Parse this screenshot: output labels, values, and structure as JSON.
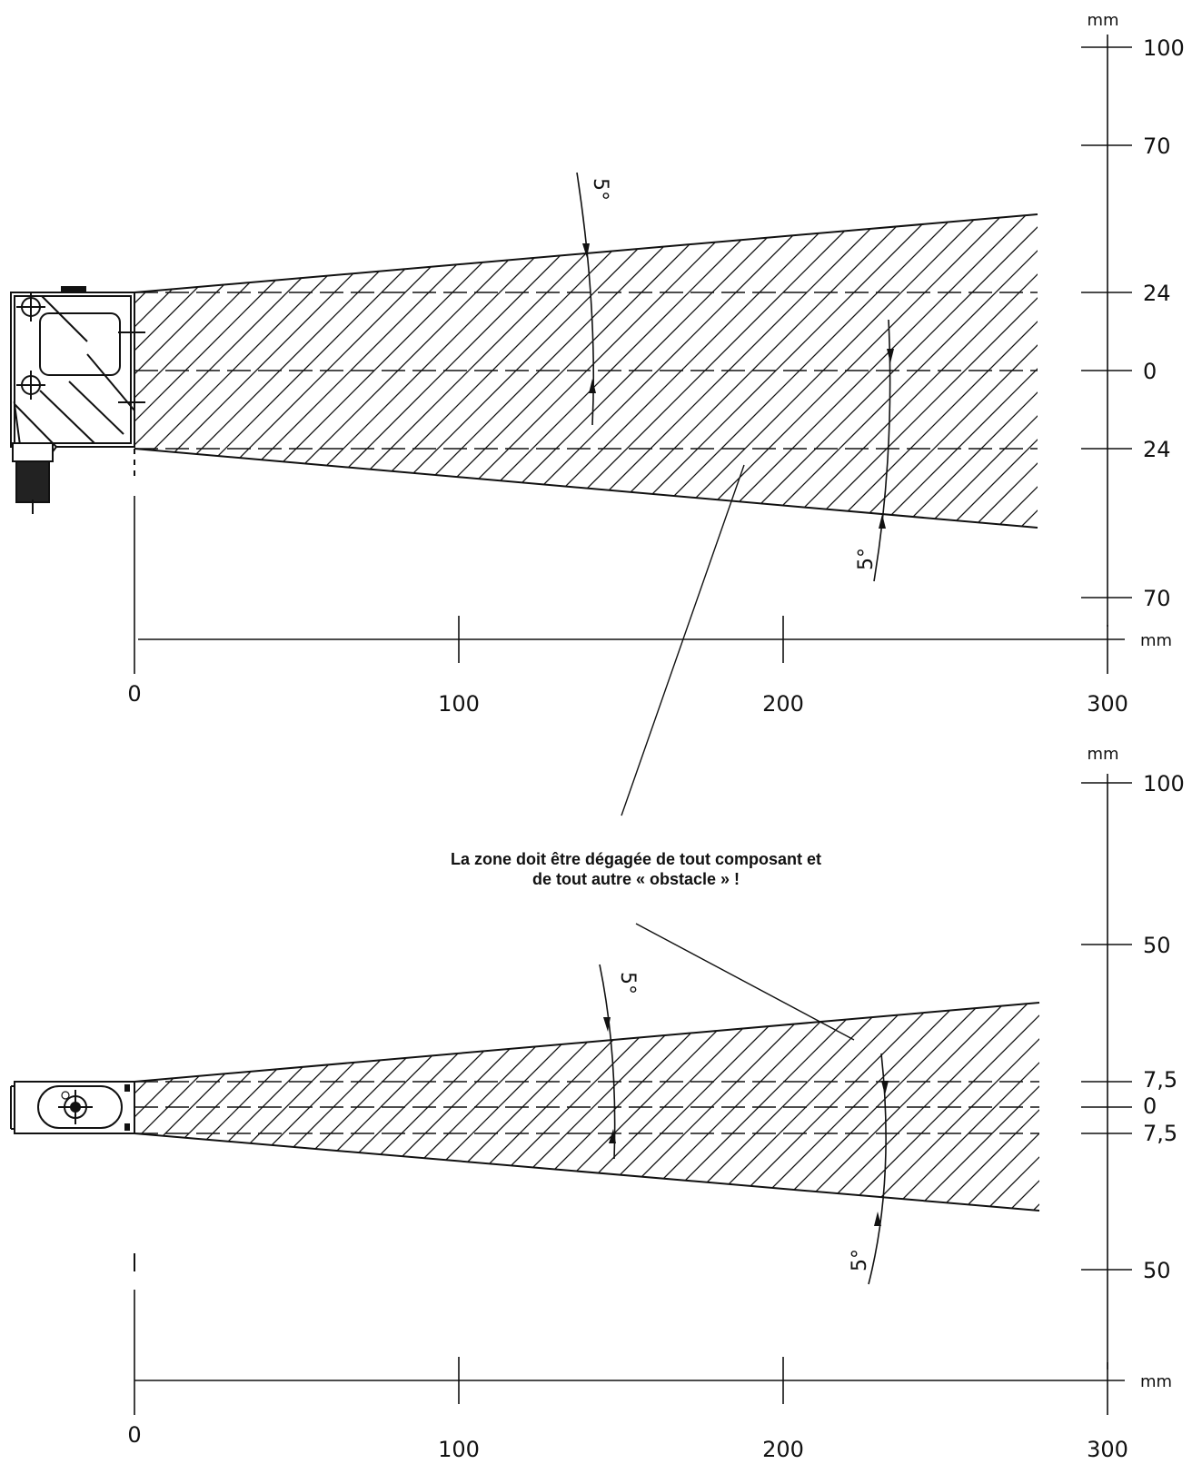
{
  "note": {
    "line1": "La zone doit être dégagée de tout composant et",
    "line2": "de tout autre « obstacle » !"
  },
  "top_view": {
    "unit_label_v": "mm",
    "unit_label_h": "mm",
    "x_ticks": [
      "0",
      "100",
      "200",
      "300"
    ],
    "y_ticks": [
      "100",
      "70",
      "24",
      "0",
      "24",
      "70"
    ],
    "angle_upper": "5°",
    "angle_lower": "5°"
  },
  "side_view": {
    "unit_label_v": "mm",
    "unit_label_h": "mm",
    "x_ticks": [
      "0",
      "100",
      "200",
      "300"
    ],
    "y_ticks": [
      "100",
      "50",
      "7,5",
      "0",
      "7,5",
      "50"
    ],
    "angle_upper": "5°",
    "angle_lower": "5°"
  }
}
